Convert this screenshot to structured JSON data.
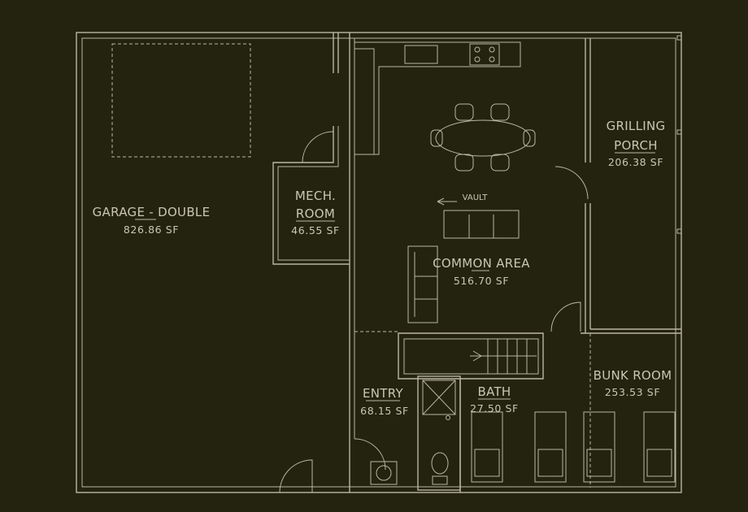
{
  "rooms": {
    "garage": {
      "name_a": "GARAGE",
      "name_sep": " - ",
      "name_b": "DOUBLE",
      "area": "826.86 SF"
    },
    "mech": {
      "line1": "MECH.",
      "line2": "ROOM",
      "area": "46.55 SF"
    },
    "porch": {
      "line1": "GRILLING",
      "line2": "PORCH",
      "area": "206.38 SF"
    },
    "common": {
      "line1": "COMMON AREA",
      "area": "516.70 SF"
    },
    "bunk": {
      "line1": "BUNK ROOM",
      "area": "253.53 SF"
    },
    "entry": {
      "line1": "ENTRY",
      "area": "68.15 SF"
    },
    "bath": {
      "line1": "BATH",
      "area": "27.50 SF"
    }
  },
  "annotations": {
    "vault": "VAULT"
  },
  "colors": {
    "background": "#23230f",
    "linework": "#b9b7a4",
    "text": "#c9c7b3"
  }
}
